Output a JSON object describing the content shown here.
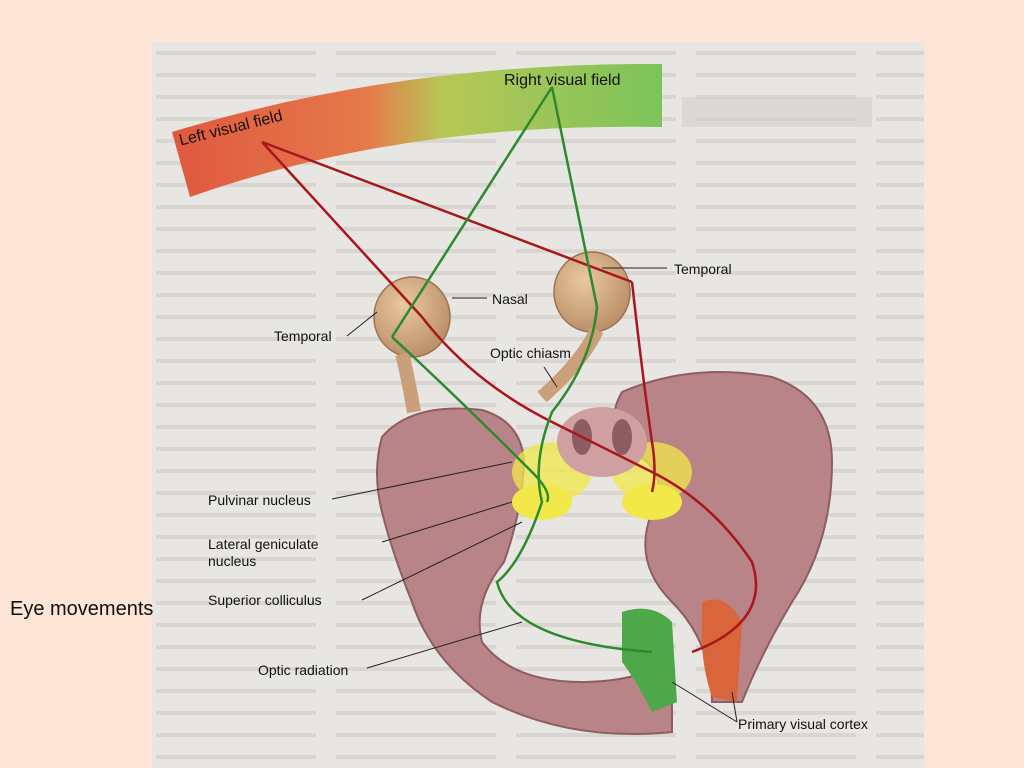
{
  "slide": {
    "side_caption": "Eye movements"
  },
  "diagram": {
    "labels": {
      "left_visual_field": "Left visual field",
      "right_visual_field": "Right visual field",
      "temporal_right": "Temporal",
      "nasal": "Nasal",
      "temporal_left": "Temporal",
      "optic_chiasm": "Optic chiasm",
      "pulvinar_nucleus": "Pulvinar nucleus",
      "lateral_geniculate_nucleus": "Lateral geniculate nucleus",
      "superior_colliculus": "Superior colliculus",
      "optic_radiation": "Optic radiation",
      "primary_visual_cortex": "Primary visual cortex"
    },
    "colors": {
      "left_field_red": "#e0583f",
      "right_field_green": "#7cc45a",
      "left_pathway": "#a8161e",
      "right_pathway": "#2e8a2e",
      "brain_tissue": "#b88488",
      "nucleus_yellow": "#f2e84a",
      "cortex_green": "#4ea84a",
      "cortex_orange": "#d8663a"
    }
  }
}
